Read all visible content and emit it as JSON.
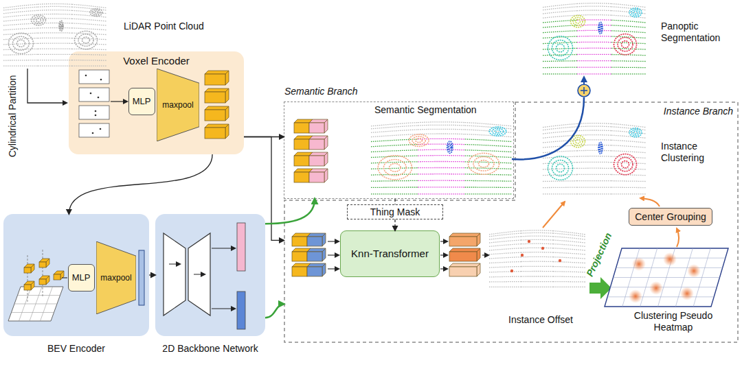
{
  "diagram": {
    "nodes": [
      {
        "text": [
          "Voxel Encoder"
        ]
      },
      {
        "text": [
          "MLP"
        ],
        "in": 0
      },
      {
        "text": [
          "maxpool"
        ],
        "in": 0
      },
      {
        "text": [
          "BEV Encoder"
        ]
      },
      {
        "text": [
          "MLP"
        ],
        "in": 3
      },
      {
        "text": [
          "maxpool"
        ],
        "in": 3
      },
      {
        "text": [
          "2D Backbone Network"
        ]
      },
      {
        "text": [
          "Semantic Branch"
        ]
      },
      {
        "text": [
          "Instance Branch"
        ]
      },
      {
        "text": [
          "Thing Mask"
        ],
        "in": 8
      },
      {
        "text": [
          "Knn-Transformer"
        ],
        "in": 8
      },
      {
        "text": [
          "Center Grouping"
        ],
        "in": 8
      }
    ],
    "edges": [
      {
        "from": 0,
        "to": 3,
        "arrow": "to"
      },
      {
        "from": 3,
        "to": 6,
        "arrow": "to"
      },
      {
        "from": 0,
        "to": 7,
        "arrow": "to"
      },
      {
        "from": 0,
        "to": 8,
        "arrow": "to"
      },
      {
        "from": 6,
        "to": 7,
        "arrow": "to"
      },
      {
        "from": 6,
        "to": 8,
        "arrow": "to"
      },
      {
        "from": 7,
        "to": 9,
        "arrow": "none"
      },
      {
        "from": 9,
        "to": 10,
        "arrow": "to"
      }
    ],
    "labels": [
      "LiDAR Point Cloud",
      "Cylindrical Partition",
      "Semantic Segmentation",
      "Panoptic Segmentation",
      "Instance Clustering",
      "Instance Offset",
      "Clustering Pseudo Heatmap",
      "Projection"
    ]
  }
}
